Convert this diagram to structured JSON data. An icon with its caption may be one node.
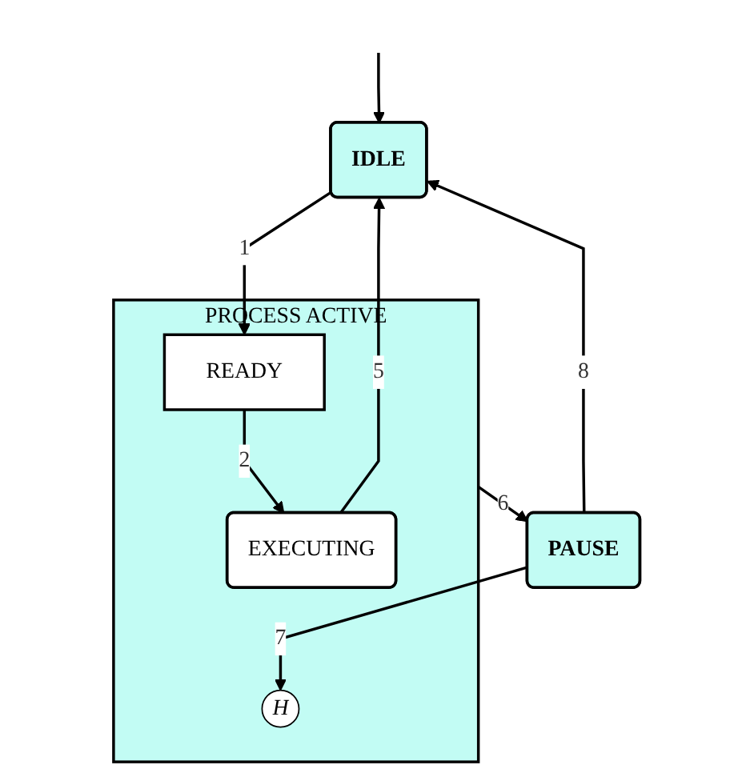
{
  "diagram": {
    "nodes": [
      {
        "text": [
          "IDLE"
        ]
      },
      {
        "text": [
          "PROCESS ACTIVE"
        ]
      },
      {
        "text": [
          "READY"
        ],
        "in": 1
      },
      {
        "text": [
          "EXECUTING"
        ],
        "in": 1
      },
      {
        "text": [
          "H"
        ],
        "in": 1
      },
      {
        "text": [
          "PAUSE"
        ]
      }
    ],
    "edges": [
      {
        "from": null,
        "to": 0,
        "arrow": "to"
      },
      {
        "from": 0,
        "to": 2,
        "label": "1",
        "arrow": "to"
      },
      {
        "from": 2,
        "to": 3,
        "label": "2",
        "arrow": "to"
      },
      {
        "from": 3,
        "to": 0,
        "label": "5",
        "arrow": "to"
      },
      {
        "from": 1,
        "to": 5,
        "label": "6",
        "arrow": "to"
      },
      {
        "from": 5,
        "to": 4,
        "label": "7",
        "arrow": "to"
      },
      {
        "from": 5,
        "to": 0,
        "label": "8",
        "arrow": "to"
      }
    ]
  }
}
